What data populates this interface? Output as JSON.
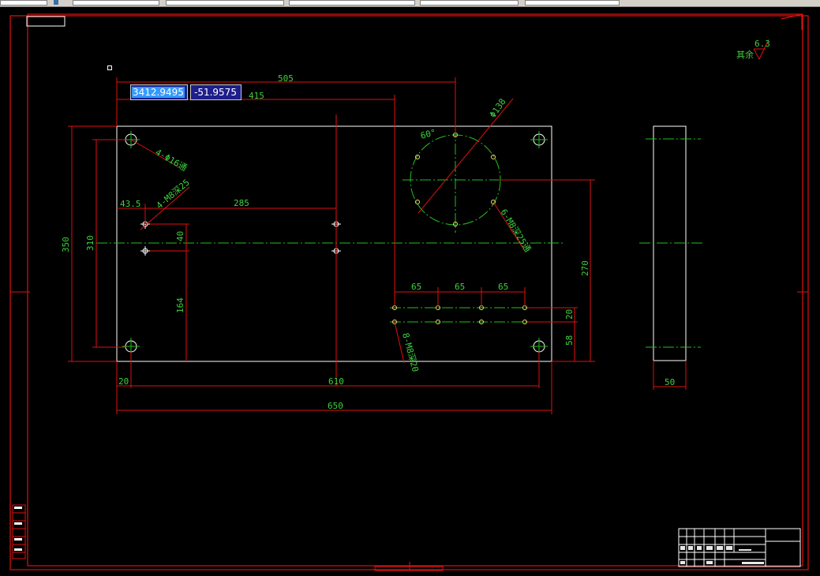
{
  "coordinates": {
    "x_value": "3412.9495",
    "y_value": "-51.9575"
  },
  "roughness": {
    "value": "6.3",
    "label": "其余"
  },
  "dimensions": {
    "d505": "505",
    "d415": "415",
    "d350": "350",
    "d310": "310",
    "d43_5": "43.5",
    "d285": "285",
    "d40": "40",
    "d164": "164",
    "d20_bottom": "20",
    "d610": "610",
    "d650": "650",
    "d270": "270",
    "d65a": "65",
    "d65b": "65",
    "d65c": "65",
    "d20_right": "20",
    "d58": "58",
    "d50": "50"
  },
  "callouts": {
    "holes_16": "4-Φ16通",
    "m8_25": "4-M8深25",
    "angle_60": "60°",
    "circle_138": "Φ138",
    "m8_six": "6-M8深25通",
    "m8_eight": "8-M8深20"
  },
  "colors": {
    "border": "#e01010",
    "outline": "#ffffff",
    "centerline": "#20c020",
    "dimension": "#e01010",
    "dim_text": "#3cd23c",
    "coord_bg": "#1e1e8c"
  }
}
